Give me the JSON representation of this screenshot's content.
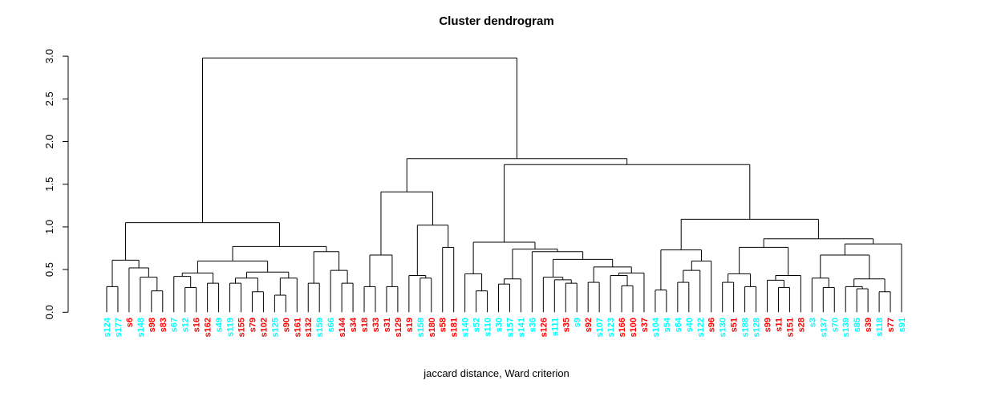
{
  "title": "Cluster dendrogram",
  "caption": "jaccard distance, Ward criterion",
  "colors": {
    "cyan": "#00FFFF",
    "red": "#FF0000",
    "line": "#000000",
    "background": "#FFFFFF"
  },
  "y_axis": {
    "ticks": [
      0.0,
      0.5,
      1.0,
      1.5,
      2.0,
      2.5,
      3.0
    ],
    "min": 0.0,
    "max": 3.0
  },
  "chart_data": {
    "type": "dendrogram",
    "title": "Cluster dendrogram",
    "xlabel": "jaccard distance, Ward criterion",
    "ylabel": "",
    "ylim": [
      0.0,
      3.0
    ],
    "root_height": 2.98,
    "leaves": [
      {
        "label": "s124",
        "color": "cyan"
      },
      {
        "label": "s177",
        "color": "cyan"
      },
      {
        "label": "s6",
        "color": "red"
      },
      {
        "label": "s148",
        "color": "cyan"
      },
      {
        "label": "s98",
        "color": "red"
      },
      {
        "label": "s83",
        "color": "red"
      },
      {
        "label": "s67",
        "color": "cyan"
      },
      {
        "label": "s12",
        "color": "cyan"
      },
      {
        "label": "s16",
        "color": "red"
      },
      {
        "label": "s162",
        "color": "red"
      },
      {
        "label": "s49",
        "color": "cyan"
      },
      {
        "label": "s119",
        "color": "cyan"
      },
      {
        "label": "s155",
        "color": "red"
      },
      {
        "label": "s79",
        "color": "red"
      },
      {
        "label": "s102",
        "color": "red"
      },
      {
        "label": "s125",
        "color": "cyan"
      },
      {
        "label": "s90",
        "color": "red"
      },
      {
        "label": "s161",
        "color": "red"
      },
      {
        "label": "s132",
        "color": "red"
      },
      {
        "label": "s159",
        "color": "cyan"
      },
      {
        "label": "s66",
        "color": "cyan"
      },
      {
        "label": "s144",
        "color": "red"
      },
      {
        "label": "s34",
        "color": "red"
      },
      {
        "label": "s18",
        "color": "red"
      },
      {
        "label": "s33",
        "color": "red"
      },
      {
        "label": "s31",
        "color": "red"
      },
      {
        "label": "s129",
        "color": "red"
      },
      {
        "label": "s19",
        "color": "red"
      },
      {
        "label": "s158",
        "color": "cyan"
      },
      {
        "label": "s180",
        "color": "red"
      },
      {
        "label": "s58",
        "color": "red"
      },
      {
        "label": "s181",
        "color": "red"
      },
      {
        "label": "s140",
        "color": "cyan"
      },
      {
        "label": "s52",
        "color": "cyan"
      },
      {
        "label": "s110",
        "color": "cyan"
      },
      {
        "label": "s30",
        "color": "cyan"
      },
      {
        "label": "s157",
        "color": "cyan"
      },
      {
        "label": "s141",
        "color": "cyan"
      },
      {
        "label": "s36",
        "color": "cyan"
      },
      {
        "label": "s126",
        "color": "red"
      },
      {
        "label": "s111",
        "color": "cyan"
      },
      {
        "label": "s35",
        "color": "red"
      },
      {
        "label": "s9",
        "color": "cyan"
      },
      {
        "label": "s92",
        "color": "red"
      },
      {
        "label": "s107",
        "color": "cyan"
      },
      {
        "label": "s123",
        "color": "cyan"
      },
      {
        "label": "s166",
        "color": "red"
      },
      {
        "label": "s100",
        "color": "red"
      },
      {
        "label": "s37",
        "color": "red"
      },
      {
        "label": "s104",
        "color": "cyan"
      },
      {
        "label": "s54",
        "color": "cyan"
      },
      {
        "label": "s64",
        "color": "cyan"
      },
      {
        "label": "s40",
        "color": "cyan"
      },
      {
        "label": "s122",
        "color": "cyan"
      },
      {
        "label": "s96",
        "color": "red"
      },
      {
        "label": "s130",
        "color": "cyan"
      },
      {
        "label": "s51",
        "color": "red"
      },
      {
        "label": "s188",
        "color": "cyan"
      },
      {
        "label": "s128",
        "color": "cyan"
      },
      {
        "label": "s99",
        "color": "red"
      },
      {
        "label": "s11",
        "color": "red"
      },
      {
        "label": "s151",
        "color": "red"
      },
      {
        "label": "s28",
        "color": "red"
      },
      {
        "label": "s3",
        "color": "cyan"
      },
      {
        "label": "s137",
        "color": "cyan"
      },
      {
        "label": "s70",
        "color": "cyan"
      },
      {
        "label": "s139",
        "color": "cyan"
      },
      {
        "label": "s85",
        "color": "cyan"
      },
      {
        "label": "s39",
        "color": "red"
      },
      {
        "label": "s118",
        "color": "cyan"
      },
      {
        "label": "s77",
        "color": "red"
      },
      {
        "label": "s91",
        "color": "cyan"
      }
    ],
    "tree": [
      2.98,
      [
        1.05,
        [
          0.61,
          [
            0.3,
            "s124",
            "s177"
          ],
          [
            0.52,
            "s6",
            [
              0.41,
              "s148",
              [
                0.25,
                "s98",
                "s83"
              ]
            ]
          ]
        ],
        [
          0.77,
          [
            0.6,
            [
              0.46,
              [
                0.42,
                "s67",
                [
                  0.29,
                  "s12",
                  "s16"
                ]
              ],
              [
                0.34,
                "s162",
                "s49"
              ]
            ],
            [
              0.47,
              [
                0.4,
                [
                  0.34,
                  "s119",
                  "s155"
                ],
                [
                  0.24,
                  "s79",
                  "s102"
                ]
              ],
              [
                0.4,
                [
                  0.2,
                  "s125",
                  "s90"
                ],
                "s161"
              ]
            ]
          ],
          [
            0.71,
            [
              0.34,
              "s132",
              "s159"
            ],
            [
              0.49,
              "s66",
              [
                0.34,
                "s144",
                "s34"
              ]
            ]
          ]
        ]
      ],
      [
        1.8,
        [
          1.41,
          [
            0.67,
            [
              0.3,
              "s18",
              "s33"
            ],
            [
              0.3,
              "s31",
              "s129"
            ]
          ],
          [
            1.02,
            [
              0.43,
              "s19",
              [
                0.4,
                "s158",
                "s180"
              ]
            ],
            [
              0.76,
              "s58",
              "s181"
            ]
          ]
        ],
        [
          1.73,
          [
            0.82,
            [
              0.45,
              "s140",
              [
                0.25,
                "s52",
                "s110"
              ]
            ],
            [
              0.74,
              [
                0.39,
                [
                  0.33,
                  "s30",
                  "s157"
                ],
                "s141"
              ],
              [
                0.71,
                "s36",
                [
                  0.62,
                  [
                    0.41,
                    "s126",
                    [
                      0.38,
                      "s111",
                      [
                        0.34,
                        "s35",
                        "s9"
                      ]
                    ]
                  ],
                  [
                    0.53,
                    [
                      0.35,
                      "s92",
                      "s107"
                    ],
                    [
                      0.46,
                      [
                        0.43,
                        "s123",
                        [
                          0.31,
                          "s166",
                          "s100"
                        ]
                      ],
                      "s37"
                    ]
                  ]
                ]
              ]
            ]
          ],
          [
            1.09,
            [
              0.73,
              [
                0.26,
                "s104",
                "s54"
              ],
              [
                0.6,
                [
                  0.49,
                  [
                    0.35,
                    "s64",
                    "s40"
                  ],
                  "s122"
                ],
                "s96"
              ]
            ],
            [
              0.86,
              [
                0.76,
                [
                  0.45,
                  [
                    0.35,
                    "s130",
                    "s51"
                  ],
                  [
                    0.3,
                    "s188",
                    "s128"
                  ]
                ],
                [
                  0.43,
                  [
                    0.375,
                    "s99",
                    [
                      0.29,
                      "s11",
                      "s151"
                    ]
                  ],
                  "s28"
                ]
              ],
              [
                0.8,
                [
                  0.67,
                  [
                    0.4,
                    "s3",
                    [
                      0.29,
                      "s137",
                      "s70"
                    ]
                  ],
                  [
                    0.39,
                    [
                      0.3,
                      "s139",
                      [
                        0.275,
                        "s85",
                        "s39"
                      ]
                    ],
                    [
                      0.24,
                      "s118",
                      "s77"
                    ]
                  ]
                ],
                "s91"
              ]
            ]
          ]
        ]
      ]
    ]
  }
}
